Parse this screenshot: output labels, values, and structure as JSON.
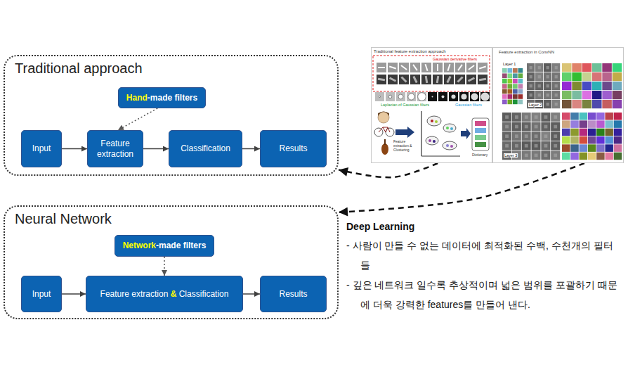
{
  "diagram": {
    "nodes": [
      {
        "text": [
          "Traditional approach"
        ]
      },
      {
        "text": [
          "Hand",
          "-made filters"
        ],
        "in": 0
      },
      {
        "text": [
          "Input"
        ],
        "in": 0
      },
      {
        "text": [
          "Feature extraction"
        ],
        "in": 0
      },
      {
        "text": [
          "Classification"
        ],
        "in": 0
      },
      {
        "text": [
          "Results"
        ],
        "in": 0
      },
      {
        "text": [
          "Neural Network"
        ]
      },
      {
        "text": [
          "Network",
          "-made filters"
        ],
        "in": 6
      },
      {
        "text": [
          "Input"
        ],
        "in": 6
      },
      {
        "text": [
          "Feature extraction",
          "&",
          "Classification"
        ],
        "in": 6
      },
      {
        "text": [
          "Results"
        ],
        "in": 6
      },
      {
        "text": [
          "Traditional feature extraction approach",
          "Gaussian derivative filters",
          "Laplacian of Gaussian filters",
          "Gaussian filters",
          "Feature extraction & Clustering",
          "Dictionary"
        ]
      },
      {
        "text": [
          "Feature extraction in ConvNN",
          "Layer 1",
          "Layer 2",
          "Layer 3"
        ]
      }
    ],
    "edges": [
      {
        "from": 1,
        "to": 3,
        "arrow": "to"
      },
      {
        "from": 2,
        "to": 3,
        "arrow": "to"
      },
      {
        "from": 3,
        "to": 4,
        "arrow": "to"
      },
      {
        "from": 4,
        "to": 5,
        "arrow": "to"
      },
      {
        "from": 7,
        "to": 9,
        "arrow": "to"
      },
      {
        "from": 8,
        "to": 9,
        "arrow": "to"
      },
      {
        "from": 9,
        "to": 10,
        "arrow": "to"
      },
      {
        "from": 11,
        "to": 0,
        "arrow": "to"
      },
      {
        "from": 12,
        "to": 6,
        "arrow": "to"
      }
    ],
    "labels": [
      "Deep Learning",
      "- 사람이 만들 수 없는 데이터에 최적화된 수백, 수천개의 필터들",
      "- 깊은 네트워크 일수록 추상적이며 넓은 범위를 포괄하기 때문에 더욱 강력한 features를 만들어 낸다."
    ]
  }
}
